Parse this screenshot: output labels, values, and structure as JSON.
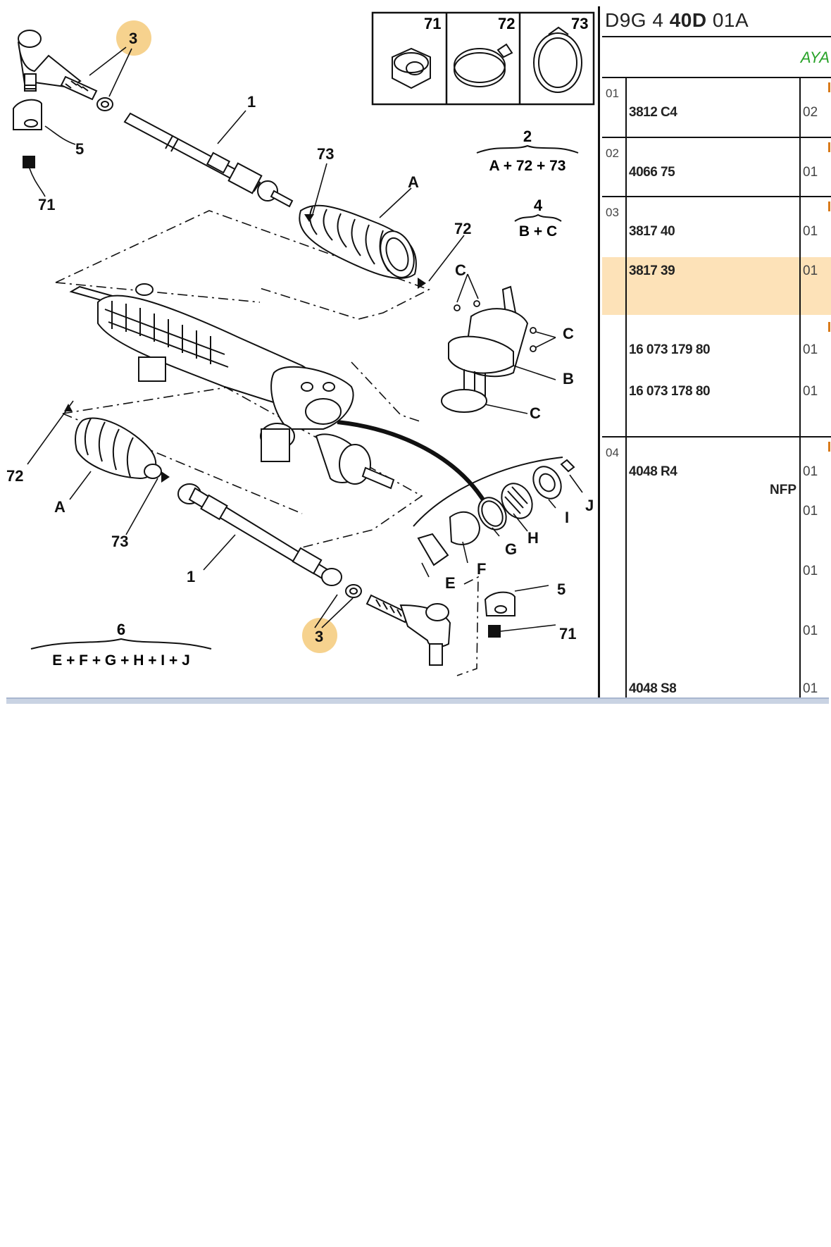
{
  "diagram": {
    "inset_labels": [
      "71",
      "72",
      "73"
    ],
    "callouts": {
      "n1_top": "1",
      "n1_bottom": "1",
      "n3_top": "3",
      "n3_bottom": "3",
      "n5_left": "5",
      "n5_right": "5",
      "n71_left": "71",
      "n71_right": "71",
      "n72_top": "72",
      "n72_left": "72",
      "n73_top": "73",
      "n73_bottom": "73",
      "A_top": "A",
      "A_bottom": "A",
      "B": "B",
      "C1": "C",
      "C2": "C",
      "C3": "C",
      "E": "E",
      "F": "F",
      "G": "G",
      "H": "H",
      "I": "I",
      "J": "J"
    },
    "kits": [
      {
        "number": "2",
        "formula": "A + 72 + 73"
      },
      {
        "number": "4",
        "formula": "B + C"
      },
      {
        "number": "6",
        "formula": "E + F + G + H + I + J"
      }
    ],
    "colors": {
      "highlight": "#f6d28e",
      "line": "#111111"
    }
  },
  "table": {
    "header_code": {
      "part1": "D9G 4 ",
      "part2": "40D",
      "part3": " 01A"
    },
    "header_sub": "AYA",
    "rows": [
      {
        "group": "01",
        "ref": "3812 C4",
        "qty": "02"
      },
      {
        "group": "02",
        "ref": "4066 75",
        "qty": "01"
      },
      {
        "group": "03",
        "ref": "3817 40",
        "qty": "01"
      },
      {
        "group": "",
        "ref": "3817 39",
        "qty": "01",
        "highlighted": true
      },
      {
        "group": "",
        "ref": "16 073 179 80",
        "qty": "01"
      },
      {
        "group": "",
        "ref": "16 073 178 80",
        "qty": "01"
      },
      {
        "group": "04",
        "ref": "4048 R4",
        "qty": "01"
      },
      {
        "group": "",
        "ref": "",
        "qty": "01"
      },
      {
        "group": "",
        "ref": "",
        "qty": "01"
      },
      {
        "group": "",
        "ref": "",
        "qty": "01"
      },
      {
        "group": "",
        "ref": "4048 S8",
        "qty": "01"
      }
    ],
    "note": "NFP",
    "colors": {
      "highlight": "#fde2b8",
      "sub_green": "#29a329"
    }
  }
}
